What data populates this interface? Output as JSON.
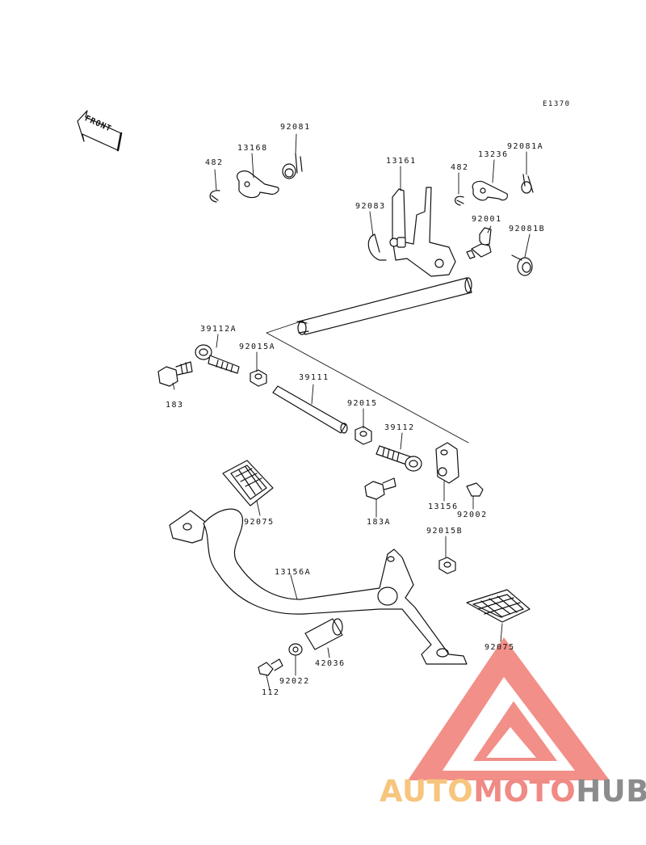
{
  "diagram_code": "E1370",
  "front_label": "FRONT",
  "part_labels": {
    "p92081": "92081",
    "p13168": "13168",
    "p482a": "482",
    "p13161": "13161",
    "p482b": "482",
    "p13236": "13236",
    "p92081A": "92081A",
    "p92083": "92083",
    "p92001": "92001",
    "p92081B": "92081B",
    "p39112A": "39112A",
    "p92015A": "92015A",
    "p183": "183",
    "p39111": "39111",
    "p92015": "92015",
    "p39112": "39112",
    "p13156": "13156",
    "p92002": "92002",
    "p183A": "183A",
    "p92075a": "92075",
    "p92015B": "92015B",
    "p13156A": "13156A",
    "p92075b": "92075",
    "p42036": "42036",
    "p92022": "92022",
    "p112": "112"
  },
  "watermark": {
    "part1": "AUTO",
    "part2": "MOTO",
    "part3": "HUB",
    "colors": {
      "part1": "#f7c57e",
      "part2": "#f08a85",
      "part3": "#8c8c8c",
      "logo": "#f07b73"
    }
  }
}
